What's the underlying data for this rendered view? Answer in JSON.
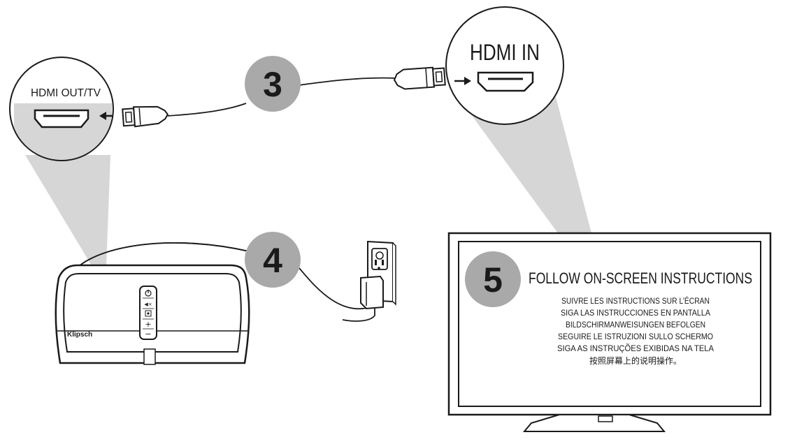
{
  "steps": {
    "step3": "3",
    "step4": "4",
    "step5": "5"
  },
  "callouts": {
    "hdmi_out": "HDMI OUT/TV",
    "hdmi_in": "HDMI IN"
  },
  "speaker": {
    "brand": "Klipsch",
    "buttons": [
      "⏻",
      "◀×",
      "⊡",
      "+",
      "−"
    ]
  },
  "tv": {
    "heading": "FOLLOW ON-SCREEN INSTRUCTIONS",
    "lines": [
      "SUIVRE LES INSTRUCTIONS SUR L’ÉCRAN",
      "SIGA LAS INSTRUCCIONES EN PANTALLA",
      "BILDSCHIRMANWEISUNGEN BEFOLGEN",
      "SEGUIRE LE ISTRUZIONI SULLO SCHERMO",
      "SIGA AS INSTRUÇÕES EXIBIDAS NA TELA",
      "按照屏幕上的说明操作。"
    ]
  },
  "colors": {
    "step_badge": "#a9a9a9",
    "callout_fill": "#d9d9d9",
    "beam": "#d6d6d6",
    "line": "#1a1a1a"
  }
}
